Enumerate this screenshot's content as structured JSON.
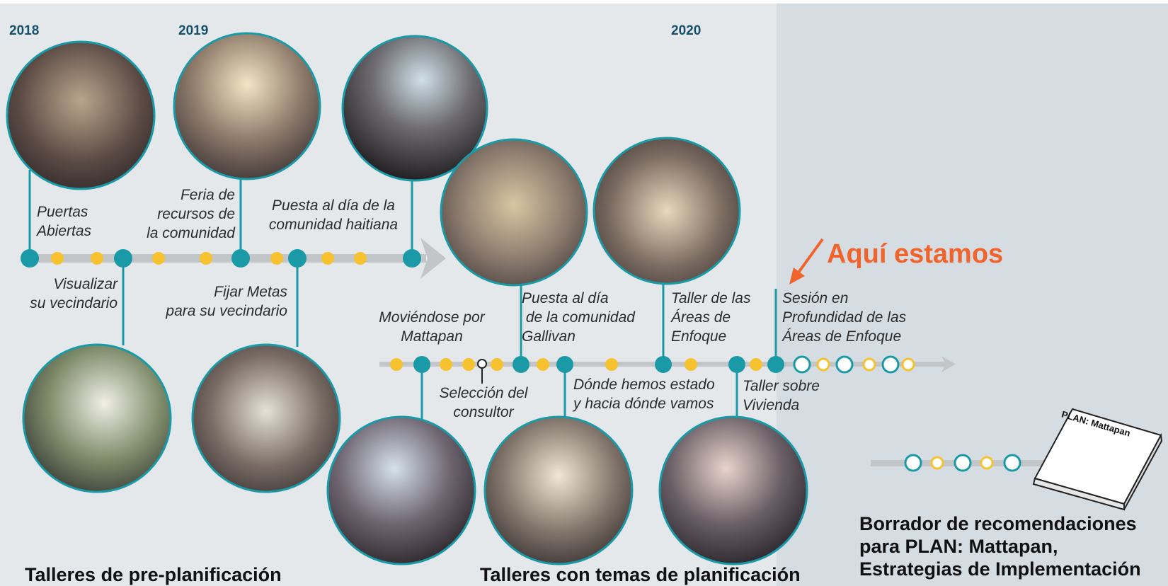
{
  "years": {
    "y2018": "2018",
    "y2019": "2019",
    "y2020": "2020"
  },
  "events": {
    "puertas": "Puertas\nAbiertas",
    "visualizar": "Visualizar\nsu vecindario",
    "feria": "Feria de\nrecursos de\nla comunidad",
    "fijar": "Fijar Metas\npara su vecindario",
    "haitiana": "Puesta al día de la\ncomunidad haitiana",
    "moviendose": "Moviéndose por\nMattapan",
    "seleccion": "Selección del\nconsultor",
    "gallivan": "Puesta al día\n de la comunidad\nGallivan",
    "donde": "Dónde hemos estado\ny hacia dónde vamos",
    "taller_areas": "Taller de las\nÁreas de\nEnfoque",
    "vivienda": "Taller sobre\nVivienda",
    "sesion": "Sesión en\nProfundidad de las\nÁreas de Enfoque"
  },
  "here_label": "Aquí estamos",
  "book_title": "PLAN: Mattapan",
  "headings": {
    "pre": "Talleres de pre-planificación",
    "temas": "Talleres con temas de planificación",
    "borrador": "Borrador de recomendaciones\npara PLAN: Mattapan,\nEstrategias de Implementación"
  },
  "colors": {
    "teal": "#1a9aa6",
    "yellow": "#f7c22f",
    "track": "#c2c6c9",
    "accent": "#f0632b",
    "year_text": "#17506b"
  },
  "icons": {
    "photo": "crowd-photo-icon",
    "book": "plan-document-icon",
    "arrow": "pointer-arrow-icon"
  }
}
